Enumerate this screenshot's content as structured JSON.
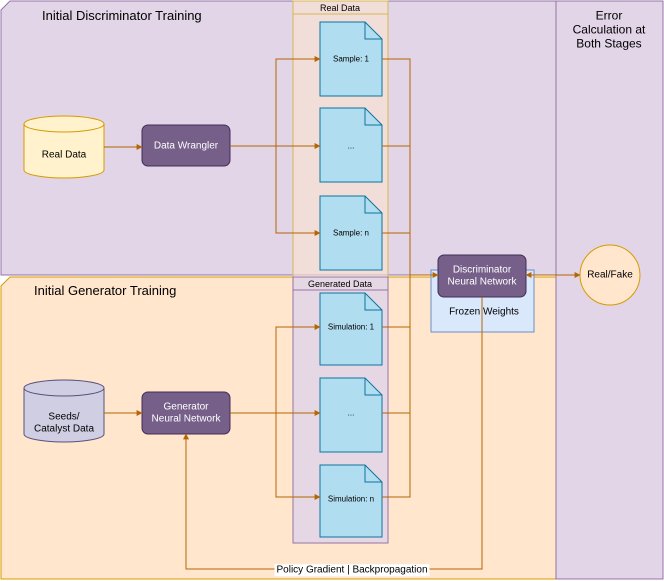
{
  "stage1": {
    "title": "Initial Discriminator Training"
  },
  "stage2": {
    "title": "Initial Generator Training"
  },
  "error_panel": {
    "title_lines": [
      "Error",
      "Calculation at",
      "Both Stages"
    ]
  },
  "real_data_source": {
    "label": "Real Data"
  },
  "data_wrangler": {
    "label": "Data Wrangler"
  },
  "real_data_column": {
    "header": "Real Data",
    "docs": [
      "Sample: 1",
      "...",
      "Sample: n"
    ]
  },
  "seeds": {
    "label_lines": [
      "Seeds/",
      "Catalyst Data"
    ]
  },
  "generator": {
    "label_lines": [
      "Generator",
      "Neural Network"
    ]
  },
  "generated_data_column": {
    "header": "Generated Data",
    "docs": [
      "Simulation: 1",
      "...",
      "Simulation: n"
    ]
  },
  "discriminator": {
    "label_lines": [
      "Discriminator",
      "Neural Network"
    ]
  },
  "frozen_weights": {
    "label": "Frozen Weights"
  },
  "real_fake": {
    "label": "Real/Fake"
  },
  "feedback": {
    "label": "Policy Gradient | Backpropagation"
  },
  "colors": {
    "stage1_fill": "#e1d5e7",
    "stage1_stroke": "#9673a6",
    "stage2_fill": "#ffe6cc",
    "stage2_stroke": "#d79b00",
    "yellow_fill": "#fff2cc",
    "yellow_stroke": "#d6b656",
    "process_fill": "#76608a",
    "doc_fill": "#b1ddf0",
    "doc_stroke": "#10739e",
    "frozen_fill": "#dae8fc",
    "frozen_stroke": "#6c8ebf",
    "arrow": "#b46504"
  }
}
